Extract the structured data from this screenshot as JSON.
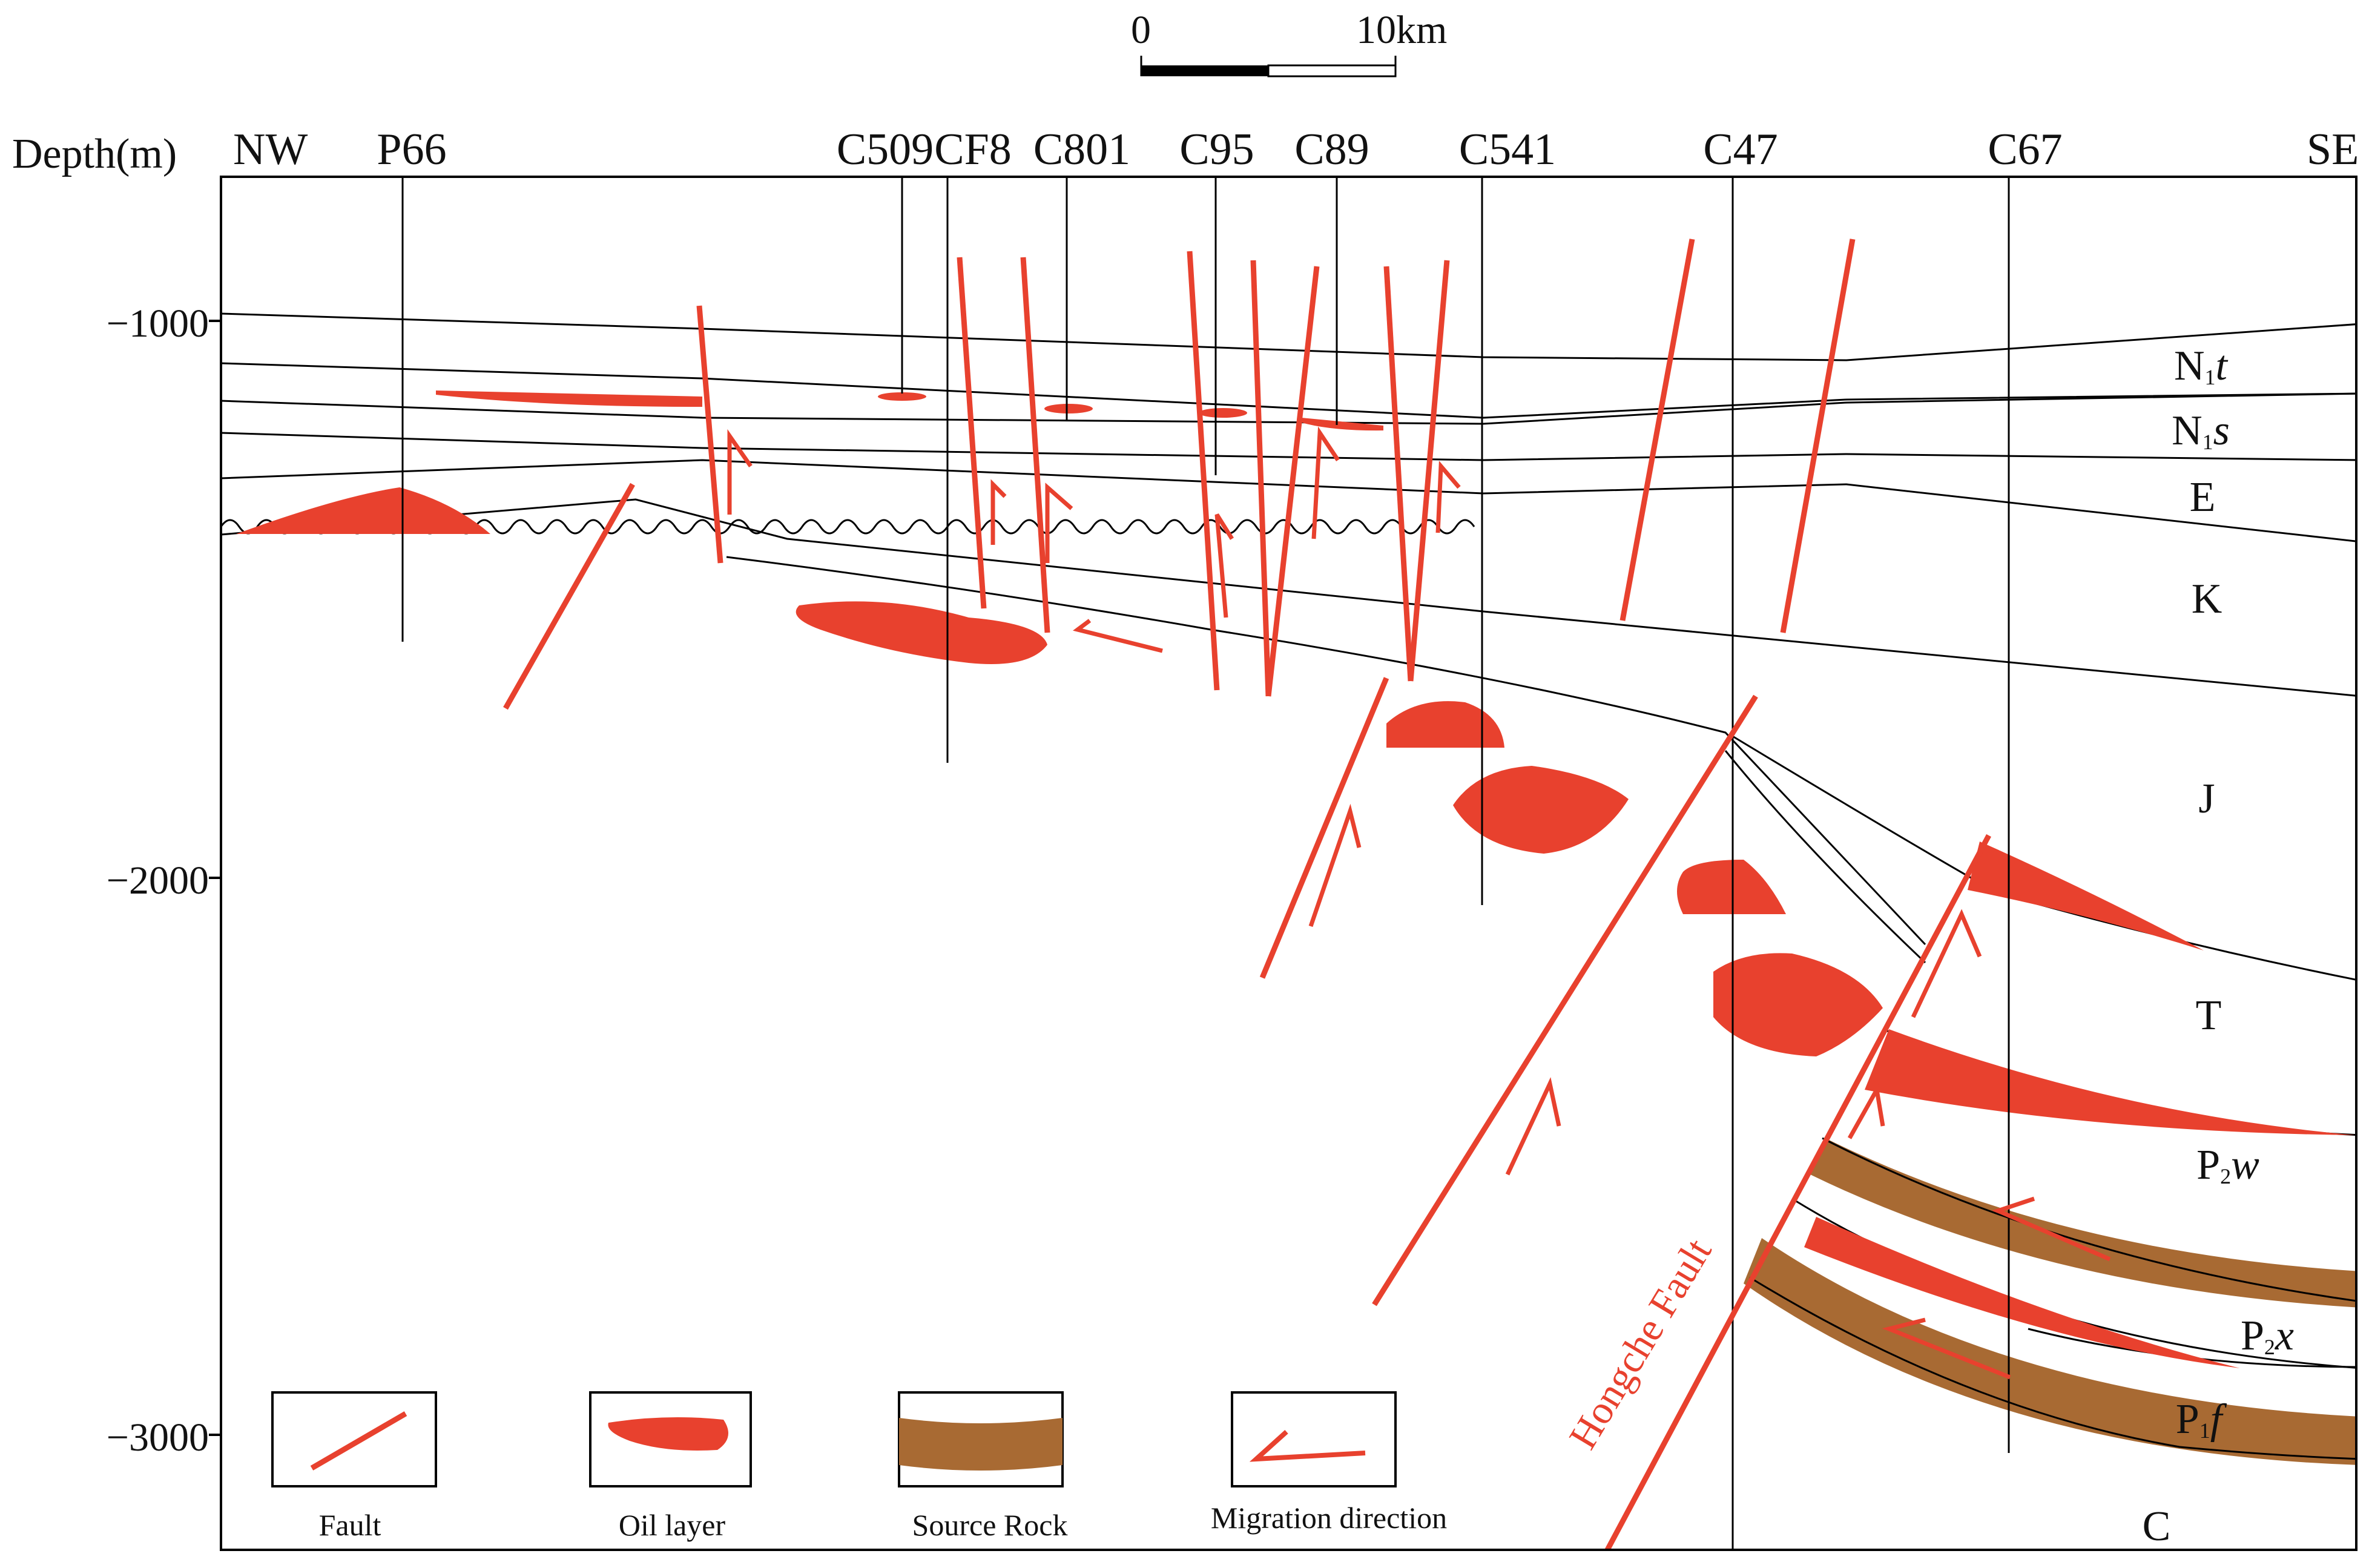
{
  "scale_bar": {
    "start_label": "0",
    "end_label": "10km"
  },
  "axis": {
    "label": "Depth(m)",
    "ticks": [
      "−1000",
      "−2000",
      "−3000"
    ]
  },
  "orientation": {
    "left": "NW",
    "right": "SE"
  },
  "wells": [
    "P66",
    "C509",
    "CF8",
    "C801",
    "C95",
    "C89",
    "C541",
    "C47",
    "C67"
  ],
  "strata": {
    "n1t": {
      "base": "N",
      "sub": "1",
      "suffix": "t"
    },
    "n1s": {
      "base": "N",
      "sub": "1",
      "suffix": "s"
    },
    "e": "E",
    "k": "K",
    "j": "J",
    "t": "T",
    "p2w": {
      "base": "P",
      "sub": "2",
      "suffix": "w"
    },
    "p2x": {
      "base": "P",
      "sub": "2",
      "suffix": "x"
    },
    "p1f": {
      "base": "P",
      "sub": "1",
      "suffix": "f"
    },
    "c": "C"
  },
  "fault_name": "Hongche Fault",
  "legend": {
    "fault": "Fault",
    "oil_layer": "Oil layer",
    "source_rock": "Source Rock",
    "migration": "Migration direction"
  },
  "colors": {
    "fault": "#e8412e",
    "oil": "#e8412e",
    "source_rock": "#a86a33",
    "frame": "#000000"
  }
}
